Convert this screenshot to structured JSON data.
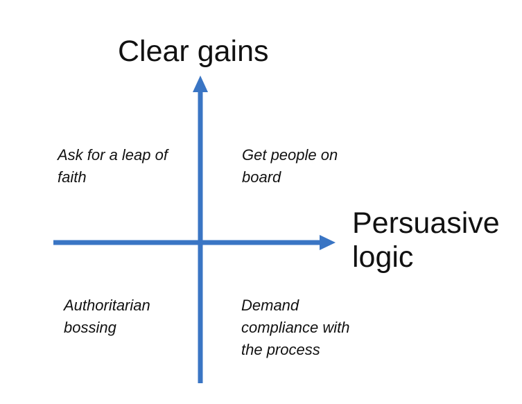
{
  "diagram": {
    "y_axis_label": "Clear gains",
    "x_axis_label_lines": [
      "Persuasive",
      "logic"
    ],
    "quadrants": {
      "top_left": [
        "Ask for a leap of",
        "faith"
      ],
      "top_right": [
        "Get people on",
        "board"
      ],
      "bottom_left": [
        "Authoritarian",
        "bossing"
      ],
      "bottom_right": [
        "Demand",
        "compliance with",
        "the process"
      ]
    },
    "colors": {
      "axis": "#3a75c4",
      "text": "#111111",
      "background": "#ffffff"
    },
    "icons": {
      "y_axis_arrowhead": "arrow-up-icon",
      "x_axis_arrowhead": "arrow-right-icon"
    }
  }
}
